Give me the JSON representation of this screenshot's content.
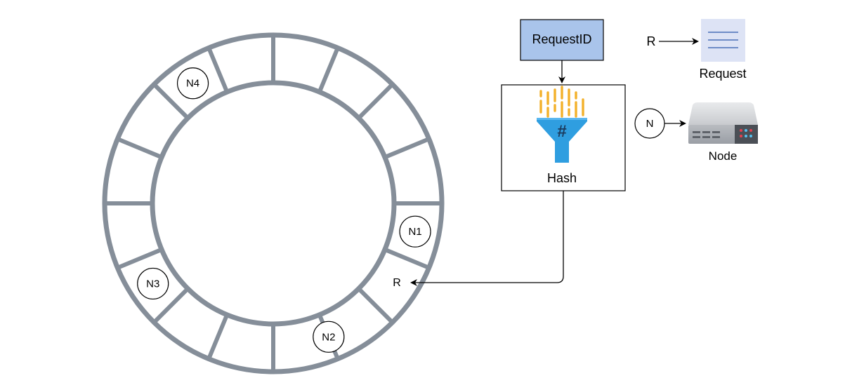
{
  "ring": {
    "segments": 16,
    "nodes": [
      {
        "label": "N1",
        "slot": 4
      },
      {
        "label": "N2",
        "slot": 6.5
      },
      {
        "label": "N3",
        "slot": 10
      },
      {
        "label": "N4",
        "slot": 14
      }
    ],
    "request_marker": {
      "label": "R",
      "slot": 5.5
    }
  },
  "request_id_box": {
    "label": "RequestID"
  },
  "hash_box": {
    "label": "Hash",
    "icon": "hash-funnel-icon"
  },
  "legend": {
    "request": {
      "marker": "R",
      "label": "Request",
      "icon": "document-lines-icon"
    },
    "node": {
      "marker": "N",
      "label": "Node",
      "icon": "server-icon"
    }
  },
  "colors": {
    "ring": "#858e99",
    "request_id_fill": "#a9c4eb",
    "request_icon_bg": "#dde3f5",
    "funnel": "#2f9ee0",
    "funnel_bars": "#f3b12b"
  }
}
